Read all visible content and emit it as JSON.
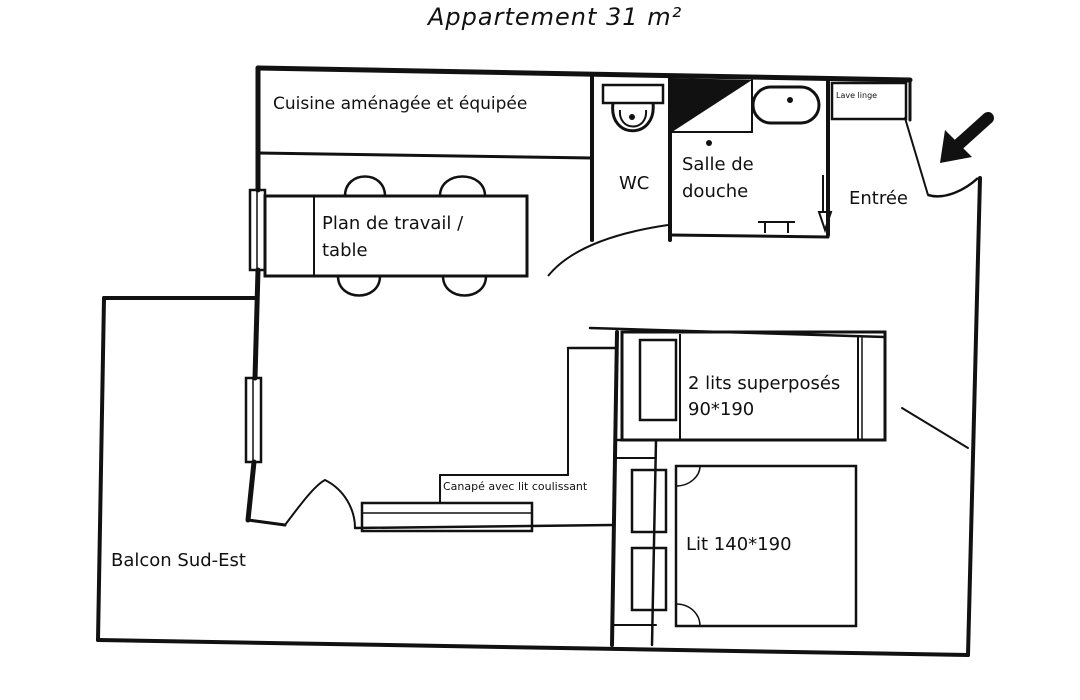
{
  "title": "Appartement 31 m²",
  "rooms": {
    "kitchen": "Cuisine aménagée et équipée",
    "worktop_line1": "Plan de travail /",
    "worktop_line2": "table",
    "wc": "WC",
    "shower_line1": "Salle de",
    "shower_line2": "douche",
    "laundry": "Lave linge",
    "entrance": "Entrée",
    "bunk_line1": "2 lits superposés",
    "bunk_line2": "90*190",
    "sofa": "Canapé avec lit coulissant",
    "bed": "Lit 140*190",
    "balcony": "Balcon Sud-Est"
  },
  "icons": [
    "entrance-arrow-icon",
    "toilet-icon",
    "sink-icon",
    "door-swing-icon"
  ],
  "colors": {
    "ink": "#111111",
    "background": "#ffffff"
  }
}
